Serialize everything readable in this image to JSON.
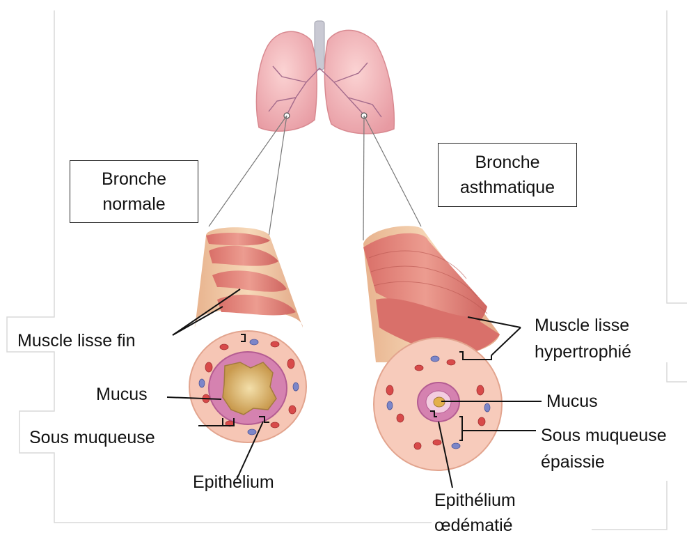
{
  "diagram": {
    "normal_box": {
      "line1": "Bronche",
      "line2": "normale"
    },
    "asthma_box": {
      "line1": "Bronche",
      "line2": "asthmatique"
    },
    "labels_left": {
      "muscle": "Muscle lisse fin",
      "mucus": "Mucus",
      "submucosa": "Sous muqueuse",
      "epithelium": "Epithélium"
    },
    "labels_right": {
      "muscle_line1": "Muscle lisse",
      "muscle_line2": "hypertrophié",
      "mucus": "Mucus",
      "submucosa_line1": "Sous muqueuse",
      "submucosa_line2": "épaissie",
      "epithelium_line1": "Epithélium",
      "epithelium_line2": "œdématié"
    },
    "colors": {
      "muscle": "#e0837a",
      "muscle_dark": "#c9605a",
      "tube_tan": "#efc9a4",
      "wall_pink": "#f4c3b4",
      "epithelium": "#c76fa3",
      "mucus": "#e3c27a",
      "lung": "#f0b3b8"
    }
  }
}
